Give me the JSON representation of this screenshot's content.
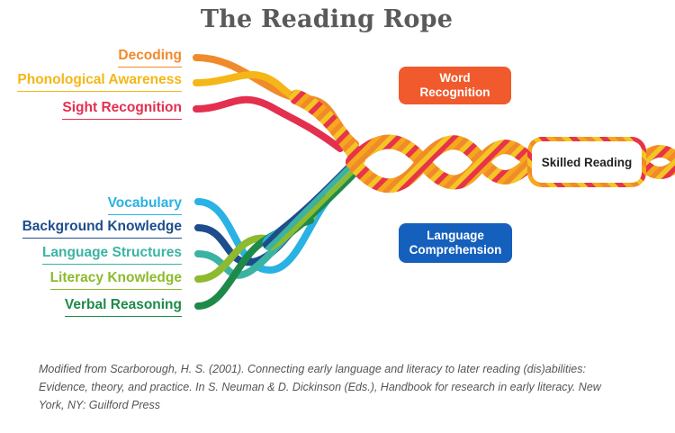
{
  "title": "The Reading Rope",
  "word_recognition": {
    "badge": "Word Recognition",
    "strands": [
      {
        "label": "Decoding",
        "color": "#f18a2b"
      },
      {
        "label": "Phonological Awareness",
        "color": "#f5b617"
      },
      {
        "label": "Sight Recognition",
        "color": "#e3304f"
      }
    ]
  },
  "language_comprehension": {
    "badge": "Language Comprehension",
    "strands": [
      {
        "label": "Vocabulary",
        "color": "#29b2e3"
      },
      {
        "label": "Background Knowledge",
        "color": "#1e4d8c"
      },
      {
        "label": "Language Structures",
        "color": "#3bb3a3"
      },
      {
        "label": "Literacy Knowledge",
        "color": "#8dba2e"
      },
      {
        "label": "Verbal Reasoning",
        "color": "#1e8a4a"
      }
    ]
  },
  "outcome": "Skilled Reading",
  "colors": {
    "title": "#5a5a5a",
    "word_badge": "#f05a2c",
    "language_badge": "#1560bd"
  },
  "citation": "Modified from Scarborough, H. S. (2001). Connecting early language and literacy to later reading (dis)abilities: Evidence, theory, and practice. In S. Neuman & D. Dickinson (Eds.), Handbook for research in early literacy. New York, NY: Guilford Press"
}
